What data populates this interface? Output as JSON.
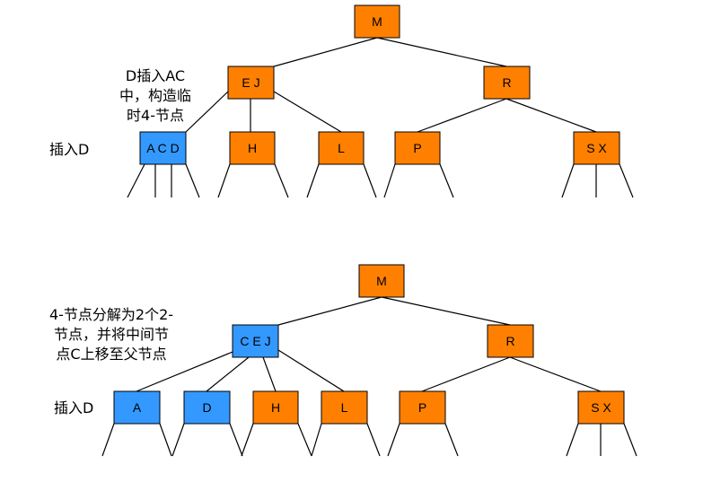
{
  "colors": {
    "node_orange": "#ff8000",
    "node_blue": "#3399ff",
    "border": "#000000",
    "line": "#000000"
  },
  "diagram_top": {
    "insert_label": "插入D",
    "note_lines": [
      "D插入AC",
      "中，构造临",
      "时4-节点"
    ],
    "nodes": [
      {
        "id": "t-m",
        "label": "M",
        "color": "orange"
      },
      {
        "id": "t-ej",
        "label": "E J",
        "color": "orange"
      },
      {
        "id": "t-r",
        "label": "R",
        "color": "orange"
      },
      {
        "id": "t-acd",
        "label": "A C D",
        "color": "blue"
      },
      {
        "id": "t-h",
        "label": "H",
        "color": "orange"
      },
      {
        "id": "t-l",
        "label": "L",
        "color": "orange"
      },
      {
        "id": "t-p",
        "label": "P",
        "color": "orange"
      },
      {
        "id": "t-sx",
        "label": "S X",
        "color": "orange"
      }
    ]
  },
  "diagram_bottom": {
    "insert_label": "插入D",
    "note_lines": [
      "4-节点分解为2个2-",
      "节点，并将中间节",
      "点C上移至父节点"
    ],
    "nodes": [
      {
        "id": "b-m",
        "label": "M",
        "color": "orange"
      },
      {
        "id": "b-cej",
        "label": "C E J",
        "color": "blue"
      },
      {
        "id": "b-r",
        "label": "R",
        "color": "orange"
      },
      {
        "id": "b-a",
        "label": "A",
        "color": "blue"
      },
      {
        "id": "b-d",
        "label": "D",
        "color": "blue"
      },
      {
        "id": "b-h",
        "label": "H",
        "color": "orange"
      },
      {
        "id": "b-l",
        "label": "L",
        "color": "orange"
      },
      {
        "id": "b-p",
        "label": "P",
        "color": "orange"
      },
      {
        "id": "b-sx",
        "label": "S X",
        "color": "orange"
      }
    ]
  }
}
